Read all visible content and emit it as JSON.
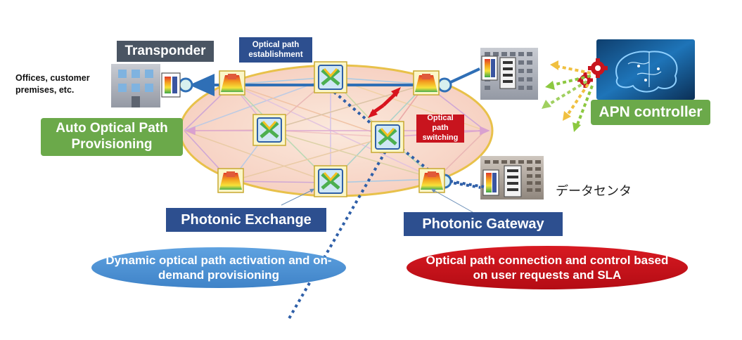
{
  "labels": {
    "transponder": "Transponder",
    "optical_path_establishment": "Optical path establishment",
    "offices": "Offices, customer premises, etc.",
    "auto_provisioning": "Auto Optical Path Provisioning",
    "photonic_exchange": "Photonic Exchange",
    "photonic_gateway": "Photonic Gateway",
    "optical_path_switching": "Optical path switching",
    "apn_controller": "APN controller",
    "data_center": "データセンタ"
  },
  "callouts": {
    "left": "Dynamic optical path activation and on-demand provisioning",
    "right": "Optical path connection and control based on user requests and SLA"
  },
  "colors": {
    "dark_label": "#4a5563",
    "navy_label": "#2d4f8f",
    "green_label": "#6ba94a",
    "red_label": "#c8141e",
    "blue_oval": "#4a8fd4",
    "path_blue": "#2f6fb6",
    "ring_fill": "#f8dcc8",
    "ring_border": "#e8c14a"
  }
}
